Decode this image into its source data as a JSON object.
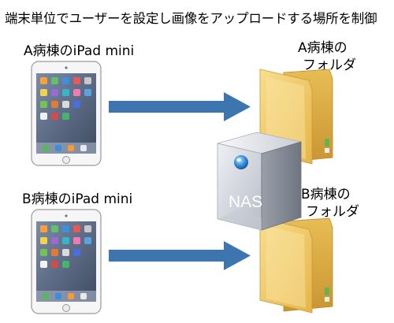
{
  "title": "端末単位でユーザーを設定し画像をアップロードする場所を制御",
  "devices": [
    {
      "label": "A病棟のiPad mini"
    },
    {
      "label": "B病棟のiPad mini"
    }
  ],
  "folders": [
    {
      "line1": "A病棟の",
      "line2": "フォルダ"
    },
    {
      "line1": "B病棟の",
      "line2": "フォルダ"
    }
  ],
  "nas": {
    "label": "NAS"
  },
  "colors": {
    "arrow": "#3d76ae",
    "folder": "#f2cc64",
    "folder_dark": "#d9a93a",
    "nas_body": "#dfe2e8",
    "nas_led": "#4aa0e8"
  },
  "icons": [
    "tablet-icon",
    "folder-icon",
    "nas-icon",
    "arrow-icon"
  ]
}
